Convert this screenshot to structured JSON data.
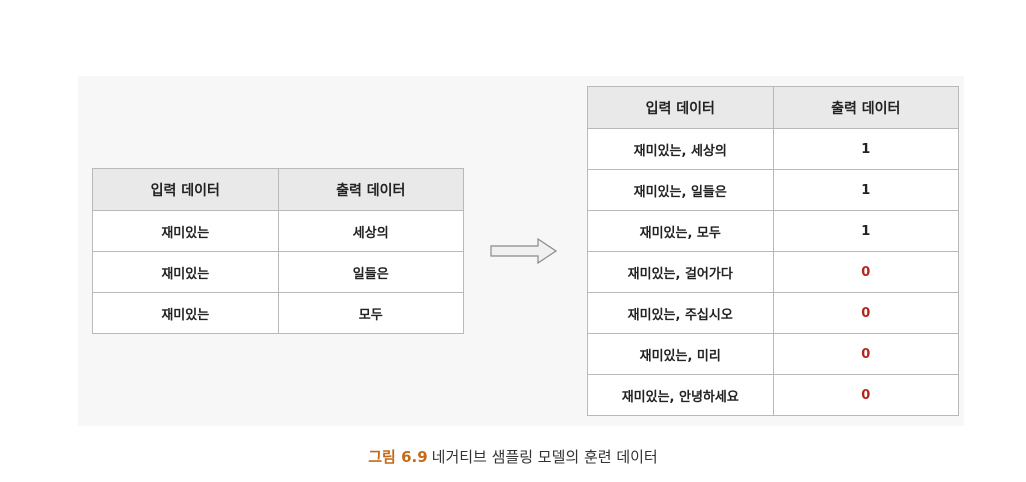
{
  "left_table": {
    "headers": [
      "입력 데이터",
      "출력 데이터"
    ],
    "rows": [
      [
        "재미있는",
        "세상의"
      ],
      [
        "재미있는",
        "일들은"
      ],
      [
        "재미있는",
        "모두"
      ]
    ]
  },
  "right_table": {
    "headers": [
      "입력 데이터",
      "출력 데이터"
    ],
    "rows": [
      [
        "재미있는, 세상의",
        "1"
      ],
      [
        "재미있는, 일들은",
        "1"
      ],
      [
        "재미있는, 모두",
        "1"
      ],
      [
        "재미있는, 걸어가다",
        "0"
      ],
      [
        "재미있는, 주십시오",
        "0"
      ],
      [
        "재미있는, 미리",
        "0"
      ],
      [
        "재미있는, 안녕하세요",
        "0"
      ]
    ]
  },
  "caption": {
    "figure_number": "그림 6.9",
    "text": "네거티브 샘플링 모델의 훈련 데이터"
  },
  "colors": {
    "negative_label": "#b3261e",
    "caption_accent": "#c46a1a"
  }
}
